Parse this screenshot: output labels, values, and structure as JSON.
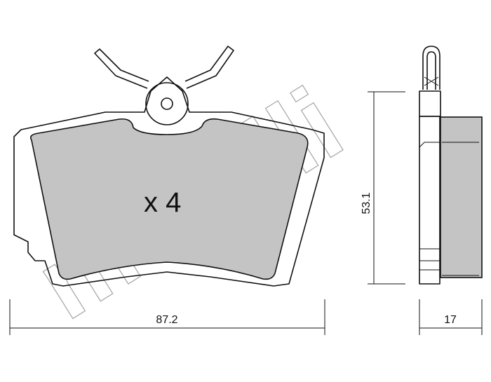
{
  "drawing": {
    "quantity_label": "x 4",
    "dimensions": {
      "width": "87.2",
      "height": "53.1",
      "thickness": "17"
    },
    "watermark": "metelli",
    "colors": {
      "friction_material": "#c4c4c4",
      "line": "#111111",
      "watermark": "#aaaaaa"
    }
  }
}
